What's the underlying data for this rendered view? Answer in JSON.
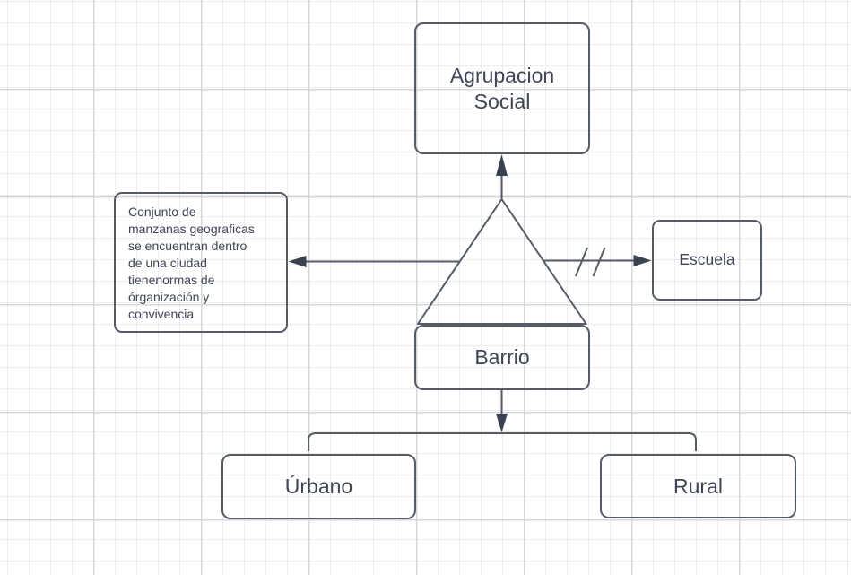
{
  "diagram": {
    "nodes": {
      "agrupacion_social": "Agrupacion\nSocial",
      "descripcion": "Conjunto de\nmanzanas geograficas\nse encuentran dentro\nde una ciudad\ntienenormas de\nórganización y\nconvivencia",
      "escuela": "Escuela",
      "barrio": "Barrio",
      "urbano": "Úrbano",
      "rural": "Rural"
    },
    "edges": [
      {
        "from": "barrio",
        "to": "agrupacion_social",
        "style": "arrow-up"
      },
      {
        "from": "barrio",
        "to": "descripcion",
        "style": "arrow-left"
      },
      {
        "from": "barrio",
        "to": "escuela",
        "style": "arrow-right-double-slash"
      },
      {
        "from": "barrio",
        "to": "urbano",
        "style": "tree-branch"
      },
      {
        "from": "barrio",
        "to": "rural",
        "style": "tree-branch"
      }
    ],
    "colors": {
      "stroke": "#565c66",
      "text": "#3e4553",
      "arrow": "#3a4150",
      "grid_minor": "#ededf0",
      "grid_major": "#d8d8dc",
      "background": "#ffffff"
    }
  }
}
